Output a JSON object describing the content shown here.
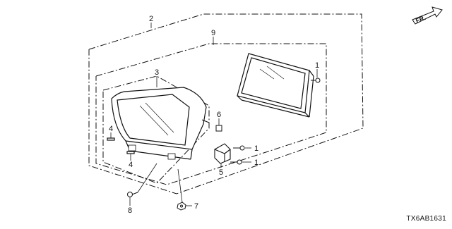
{
  "diagram": {
    "code": "TX6AB1631",
    "direction_marker": "FR.",
    "callouts": [
      {
        "id": "c2",
        "label": "2"
      },
      {
        "id": "c9",
        "label": "9"
      },
      {
        "id": "c3",
        "label": "3"
      },
      {
        "id": "c1a",
        "label": "1"
      },
      {
        "id": "c6",
        "label": "6"
      },
      {
        "id": "c4a",
        "label": "4"
      },
      {
        "id": "c4b",
        "label": "4"
      },
      {
        "id": "c1b",
        "label": "1"
      },
      {
        "id": "c1c",
        "label": "1"
      },
      {
        "id": "c5",
        "label": "5"
      },
      {
        "id": "c8",
        "label": "8"
      },
      {
        "id": "c7",
        "label": "7"
      }
    ]
  }
}
